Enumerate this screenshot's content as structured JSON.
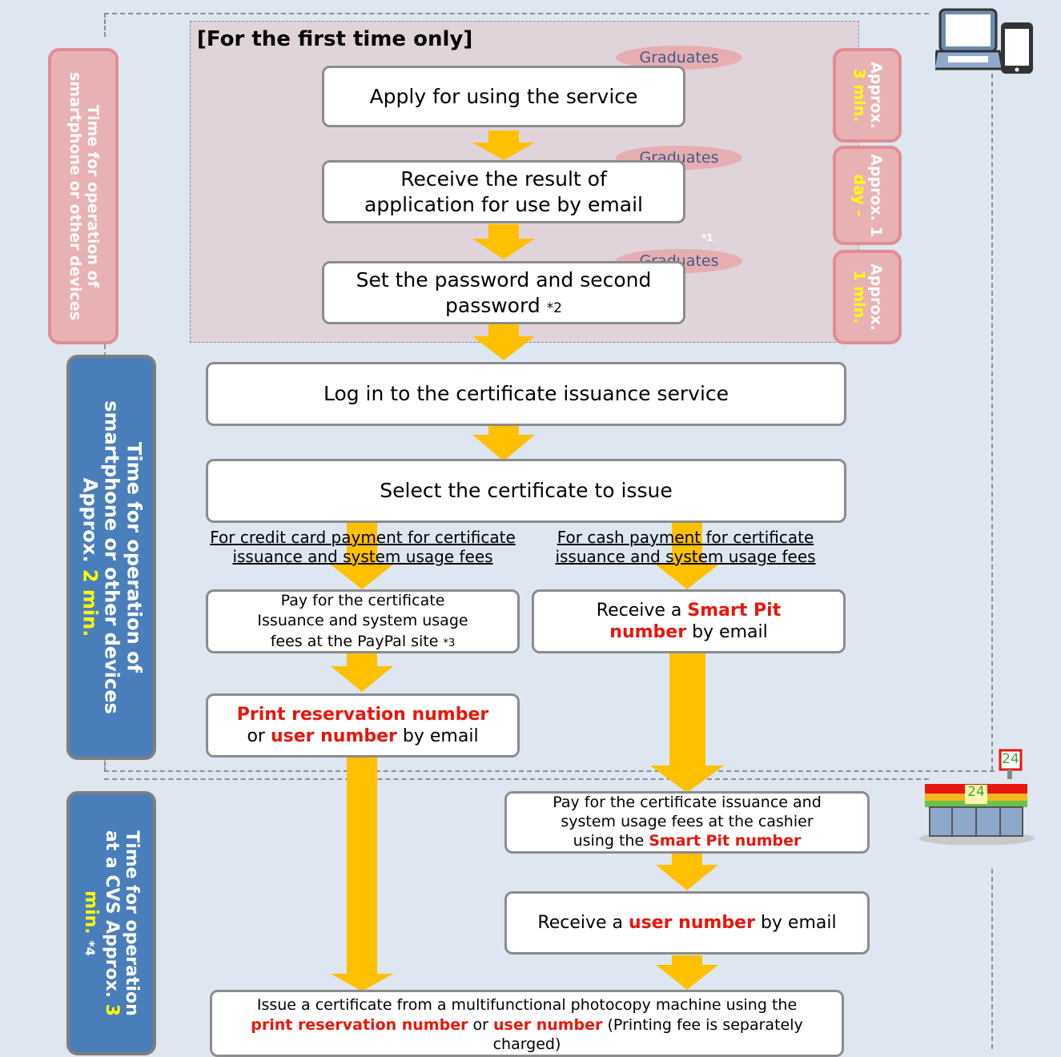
{
  "first_time": {
    "heading": "[For the first time only]",
    "badge": "Graduates",
    "steps": [
      {
        "text": "Apply for using the service"
      },
      {
        "line1": "Receive the result of",
        "line2": "application for use by email"
      },
      {
        "line1": "Set the password and second",
        "line2": "password",
        "note": "*2"
      }
    ],
    "note1": "*1",
    "times": [
      {
        "line1": "Approx.",
        "line2": "3 min."
      },
      {
        "line1": "Approx. 1",
        "line2": "day -"
      },
      {
        "line1": "Approx.",
        "line2": "1 min."
      }
    ],
    "side_label": {
      "line1": "Time for operation of",
      "line2": "smartphone or other devices"
    }
  },
  "online": {
    "login": "Log in to the certificate issuance service",
    "select": "Select the certificate to issue",
    "side_label": {
      "line1": "Time for operation of",
      "line2": "smartphone or other devices",
      "approx": "Approx.",
      "time": "2 min."
    }
  },
  "credit": {
    "heading1": "For credit card payment for certificate",
    "heading2": "issuance and system usage fees",
    "pay1": "Pay for the certificate",
    "pay2": "Issuance and system usage",
    "pay3": "fees at the PayPal site",
    "pay_note": "*3",
    "print_reservation": "Print reservation number",
    "or": "or",
    "user_number": "user number",
    "by_email": "by email"
  },
  "cash": {
    "heading1": "For cash payment for certificate",
    "heading2": "issuance and system usage fees",
    "receive": "Receive a",
    "smart_pit_1": "Smart Pit",
    "smart_pit_2": "number",
    "by_email": "by email",
    "cashier1": "Pay for the certificate issuance and",
    "cashier2": "system usage fees at the cashier",
    "cashier3": "using the",
    "smart_pit_number": "Smart Pit number",
    "receive_user": "Receive a",
    "user_number": "user number",
    "by_email2": "by email"
  },
  "final": {
    "line1": "Issue a certificate from a multifunctional photocopy machine using the",
    "print_reservation": "print reservation number",
    "or": "or",
    "user_number": "user number",
    "rest": "(Printing fee is separately",
    "line3": "charged)"
  },
  "cvs_label": {
    "line1": "Time for operation",
    "line2": "at a CVS Approx.",
    "time": "3",
    "time2": "min.",
    "note": "*4"
  },
  "store": {
    "sign": "24",
    "front": "24"
  },
  "colors": {
    "arrow": "#ffc000",
    "pink_bg": "#e0d3da",
    "blue": "#4a7ebb",
    "red_text": "#e8160c"
  }
}
